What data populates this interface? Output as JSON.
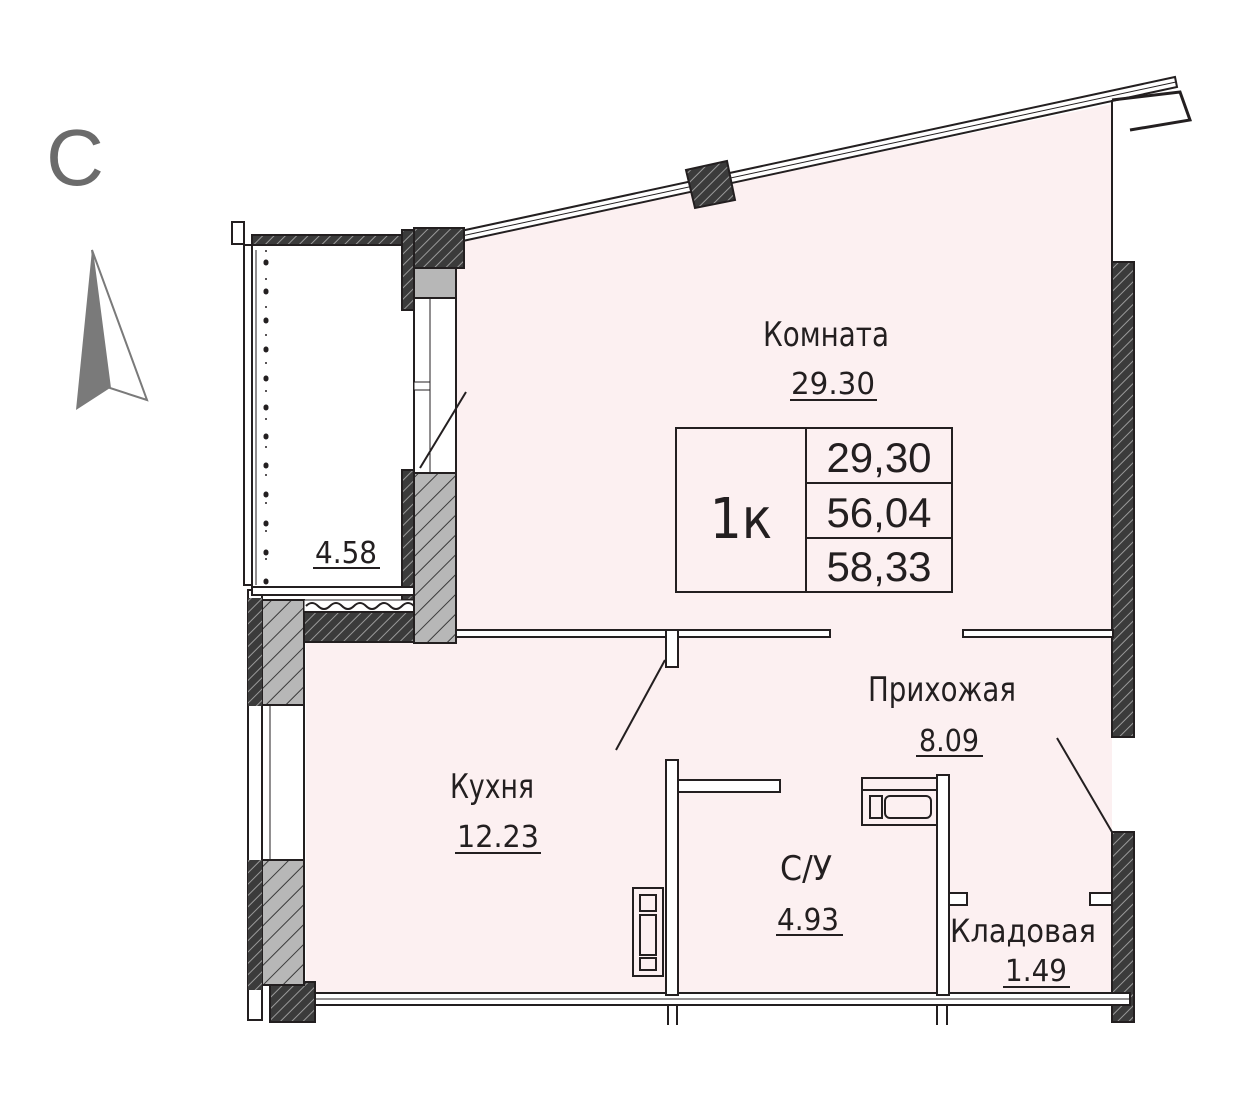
{
  "compass": {
    "letter": "С"
  },
  "summary": {
    "rooms_label": "1к",
    "living_area": "29,30",
    "total_area": "56,04",
    "total_with_balcony": "58,33"
  },
  "rooms": [
    {
      "name": "Комната",
      "area": "29.30"
    },
    {
      "name": "Прихожая",
      "area": "8.09"
    },
    {
      "name": "Кухня",
      "area": "12.23"
    },
    {
      "name": "С/У",
      "area": "4.93"
    },
    {
      "name": "Кладовая",
      "area": "1.49"
    },
    {
      "name": "",
      "area": "4.58"
    }
  ],
  "colors": {
    "floor": "#fcf0f1",
    "wall_dark": "#3b3b3b",
    "wall_grey": "#b7b7b7",
    "line": "#231f20"
  }
}
